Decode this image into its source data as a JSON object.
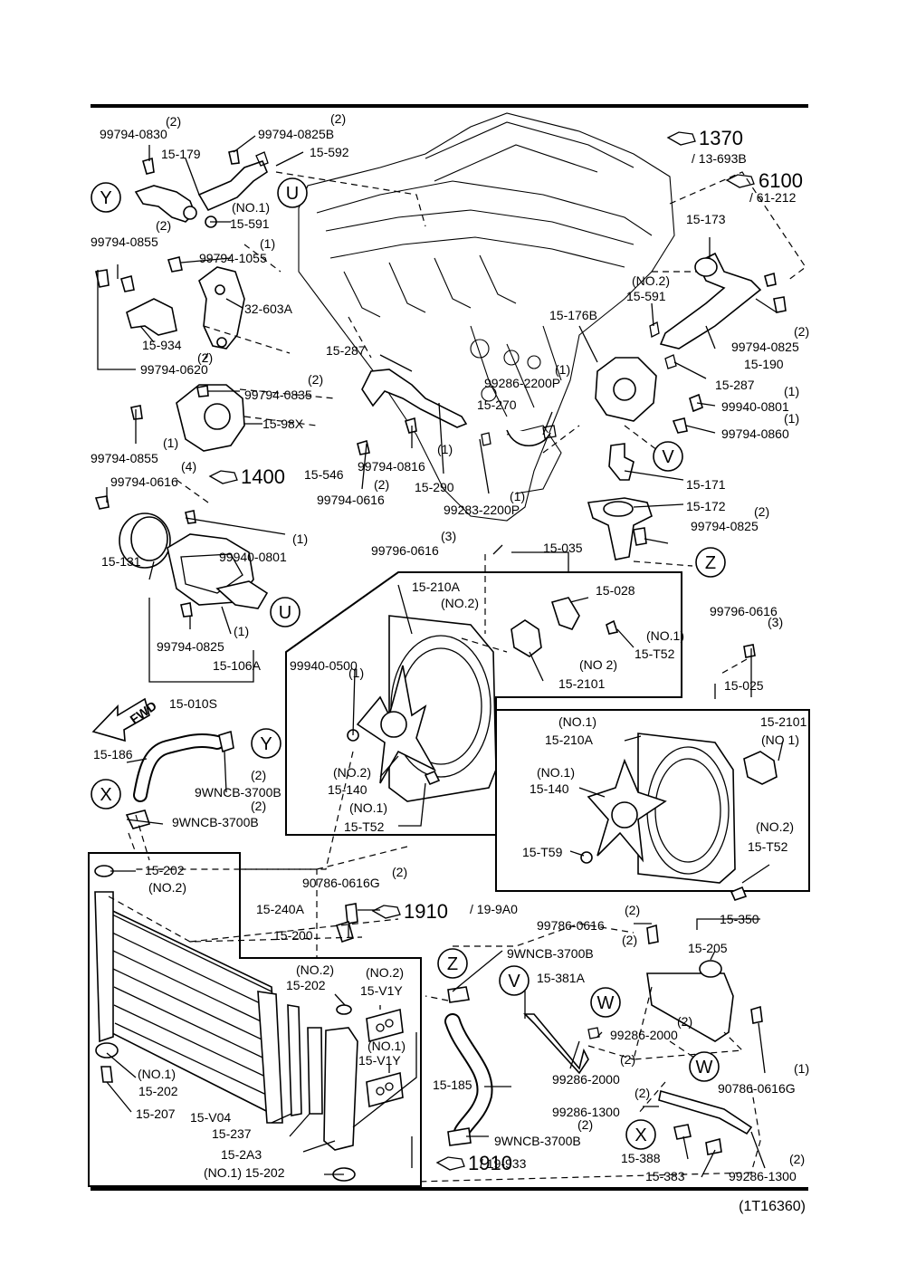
{
  "diagram_id": "(1T16360)",
  "labels": [
    {
      "text": "(2)"
    },
    {
      "text": "99794-0830"
    },
    {
      "text": "(2)"
    },
    {
      "text": "99794-0825B"
    },
    {
      "text": "15-179"
    },
    {
      "text": "15-592"
    },
    {
      "text": "(NO.1)"
    },
    {
      "text": "15-591"
    },
    {
      "text": "(2)"
    },
    {
      "text": "99794-0855"
    },
    {
      "text": "(1)"
    },
    {
      "text": "99794-1055"
    },
    {
      "text": "32-603A"
    },
    {
      "text": "15-934"
    },
    {
      "text": "(2)"
    },
    {
      "text": "99794-0620"
    },
    {
      "text": "(2)"
    },
    {
      "text": "99794-0835"
    },
    {
      "text": "15-98X"
    },
    {
      "text": "(1)"
    },
    {
      "text": "99794-0855"
    },
    {
      "text": "(4)"
    },
    {
      "text": "99794-0616"
    },
    {
      "text": "15-546"
    },
    {
      "text": "(1)"
    },
    {
      "text": "99794-0816"
    },
    {
      "text": "(2)"
    },
    {
      "text": "99794-0616"
    },
    {
      "text": "15-290"
    },
    {
      "text": "15-287"
    },
    {
      "text": "99286-2200P"
    },
    {
      "text": "(1)"
    },
    {
      "text": "15-270"
    },
    {
      "text": "(1)"
    },
    {
      "text": "99283-2200P"
    },
    {
      "text": "15-176B"
    },
    {
      "text": "(NO.2)"
    },
    {
      "text": "15-591"
    },
    {
      "text": "15-173"
    },
    {
      "text": "/ 13-693B"
    },
    {
      "text": "/ 61-212"
    },
    {
      "text": "(2)"
    },
    {
      "text": "99794-0825"
    },
    {
      "text": "15-190"
    },
    {
      "text": "15-287"
    },
    {
      "text": "(1)"
    },
    {
      "text": "99940-0801"
    },
    {
      "text": "(1)"
    },
    {
      "text": "99794-0860"
    },
    {
      "text": "15-171"
    },
    {
      "text": "15-172"
    },
    {
      "text": "(2)"
    },
    {
      "text": "99794-0825"
    },
    {
      "text": "15-131"
    },
    {
      "text": "(1)"
    },
    {
      "text": "99940-0801"
    },
    {
      "text": "(3)"
    },
    {
      "text": "99796-0616"
    },
    {
      "text": "15-035"
    },
    {
      "text": "(1)"
    },
    {
      "text": "99794-0825"
    },
    {
      "text": "15-106A"
    },
    {
      "text": "15-010S"
    },
    {
      "text": "15-210A"
    },
    {
      "text": "(NO.2)"
    },
    {
      "text": "15-028"
    },
    {
      "text": "(NO.1)"
    },
    {
      "text": "15-T52"
    },
    {
      "text": "(1)"
    },
    {
      "text": "99940-0500"
    },
    {
      "text": "(NO 2)"
    },
    {
      "text": "15-2101"
    },
    {
      "text": "(NO.2)"
    },
    {
      "text": "15-140"
    },
    {
      "text": "(NO.1)"
    },
    {
      "text": "15-T52"
    },
    {
      "text": "(3)"
    },
    {
      "text": "99796-0616"
    },
    {
      "text": "15-025"
    },
    {
      "text": "(NO.1)"
    },
    {
      "text": "15-210A"
    },
    {
      "text": "15-2101"
    },
    {
      "text": "(NO 1)"
    },
    {
      "text": "(NO.1)"
    },
    {
      "text": "15-140"
    },
    {
      "text": "15-T59"
    },
    {
      "text": "(NO.2)"
    },
    {
      "text": "15-T52"
    },
    {
      "text": "15-186"
    },
    {
      "text": "(2)"
    },
    {
      "text": "9WNCB-3700B"
    },
    {
      "text": "(2)"
    },
    {
      "text": "9WNCB-3700B"
    },
    {
      "text": "15-202"
    },
    {
      "text": "(NO.2)"
    },
    {
      "text": "(2)"
    },
    {
      "text": "90786-0616G"
    },
    {
      "text": "15-240A"
    },
    {
      "text": "/ 19-9A0"
    },
    {
      "text": "15-200"
    },
    {
      "text": "(NO.2)"
    },
    {
      "text": "15-202"
    },
    {
      "text": "(NO.2)"
    },
    {
      "text": "15-V1Y"
    },
    {
      "text": "(NO.1)"
    },
    {
      "text": "15-V1Y"
    },
    {
      "text": "(NO.1)"
    },
    {
      "text": "15-202"
    },
    {
      "text": "15-207"
    },
    {
      "text": "15-V04"
    },
    {
      "text": "15-237"
    },
    {
      "text": "15-2A3"
    },
    {
      "text": "(NO.1) 15-202"
    },
    {
      "text": "(2)"
    },
    {
      "text": "99786-0616"
    },
    {
      "text": "15-350"
    },
    {
      "text": "15-205"
    },
    {
      "text": "(2)"
    },
    {
      "text": "9WNCB-3700B"
    },
    {
      "text": "15-381A"
    },
    {
      "text": "(2)"
    },
    {
      "text": "99286-2000"
    },
    {
      "text": "(2)"
    },
    {
      "text": "99286-2000"
    },
    {
      "text": "(1)"
    },
    {
      "text": "90786-0616G"
    },
    {
      "text": "15-185"
    },
    {
      "text": "(2)"
    },
    {
      "text": "99286-1300"
    },
    {
      "text": "(2)"
    },
    {
      "text": "9WNCB-3700B"
    },
    {
      "text": "15-388"
    },
    {
      "text": "15-383"
    },
    {
      "text": "99286-1300"
    },
    {
      "text": "(2)"
    },
    {
      "text": "/ 19-933"
    }
  ],
  "refs": [
    {
      "text": "1370"
    },
    {
      "text": "6100"
    },
    {
      "text": "1400"
    },
    {
      "text": "1910"
    },
    {
      "text": "1910"
    }
  ],
  "circles": [
    {
      "text": "Y"
    },
    {
      "text": "U"
    },
    {
      "text": "V"
    },
    {
      "text": "Z"
    },
    {
      "text": "U"
    },
    {
      "text": "Y"
    },
    {
      "text": "X"
    },
    {
      "text": "Z"
    },
    {
      "text": "V"
    },
    {
      "text": "W"
    },
    {
      "text": "W"
    },
    {
      "text": "X"
    }
  ],
  "fwd_label": "FWD"
}
